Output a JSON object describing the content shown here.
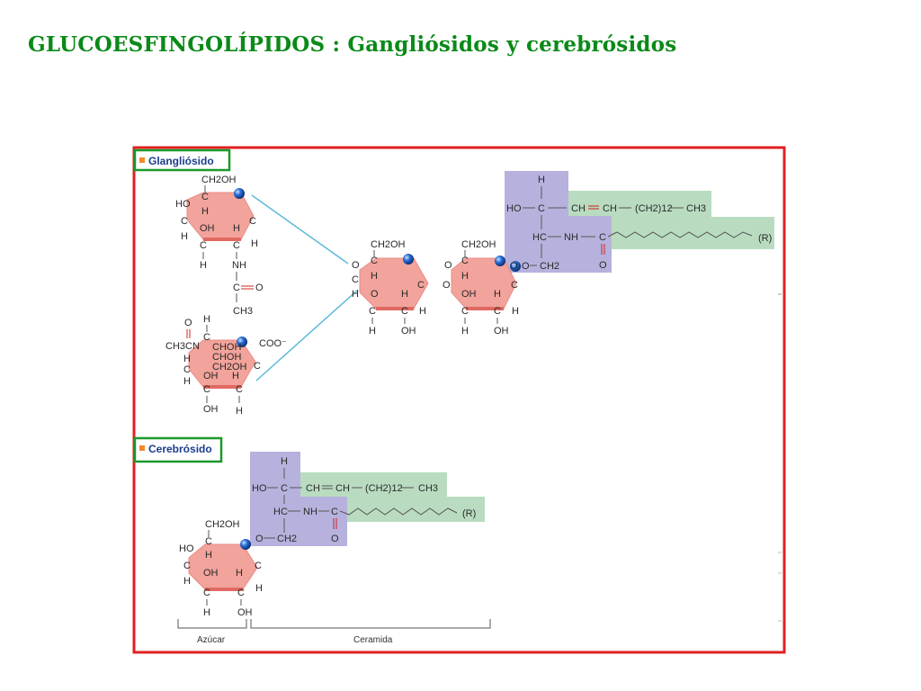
{
  "title": "GLUCOESFINGOLÍPIDOS : Gangliósidos y cerebrósidos",
  "sections": {
    "ganglioside": "Glangliósido",
    "cerebroside": "Cerebrósido"
  },
  "labels": {
    "ch2oh": "CH2OH",
    "ho": "HO",
    "c": "C",
    "h": "H",
    "oh": "OH",
    "o": "O",
    "nh": "NH",
    "ch3": "CH3",
    "ch3cn": "CH3CN",
    "choh": "CHOH",
    "coo": "COO⁻",
    "hc": "HC",
    "ch2": "CH2",
    "ch": "CH",
    "ch2_12": "(CH2)12",
    "r": "(R)"
  },
  "braces": {
    "sugar": "Azúcar",
    "ceramide": "Ceramida"
  },
  "colors": {
    "title": "#0a8a18",
    "frame": "#e02020",
    "section_box": "#1a9a2a",
    "section_text": "#1b3d8c",
    "sugar_ring": "#f2a39b",
    "sugar_ring_edge": "#e06a62",
    "sphingosine_fill": "#b6b2dd",
    "fatty_acid_fill": "#b9dcc0",
    "connector_line": "#5bbad8",
    "glycosidic_dot": "#2a6fd6",
    "carbonyl": "#d02020"
  }
}
